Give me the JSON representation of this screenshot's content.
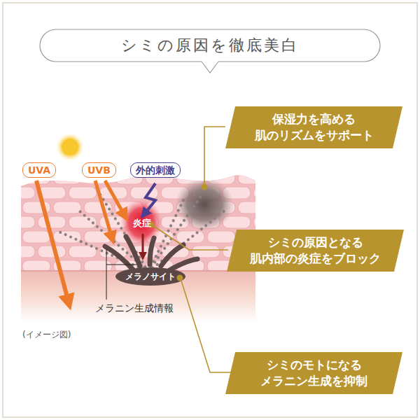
{
  "diagram": {
    "title": "シミの原因を徹底美白",
    "nodes": [
      {
        "text": [
          "保湿力を高める 肌のリズムをサポート"
        ]
      },
      {
        "text": [
          "UVA"
        ]
      },
      {
        "text": [
          "UVB"
        ]
      },
      {
        "text": [
          "外的刺激"
        ]
      },
      {
        "text": [
          "シミの原因となる 肌内部の炎症をブロック"
        ]
      },
      {
        "text": [
          "シミのモトになる メラニン生成を抑制"
        ]
      }
    ],
    "labels": [
      "炎症",
      "メラノサイト",
      "メラニン生成情報",
      "(イメージ図)"
    ]
  }
}
